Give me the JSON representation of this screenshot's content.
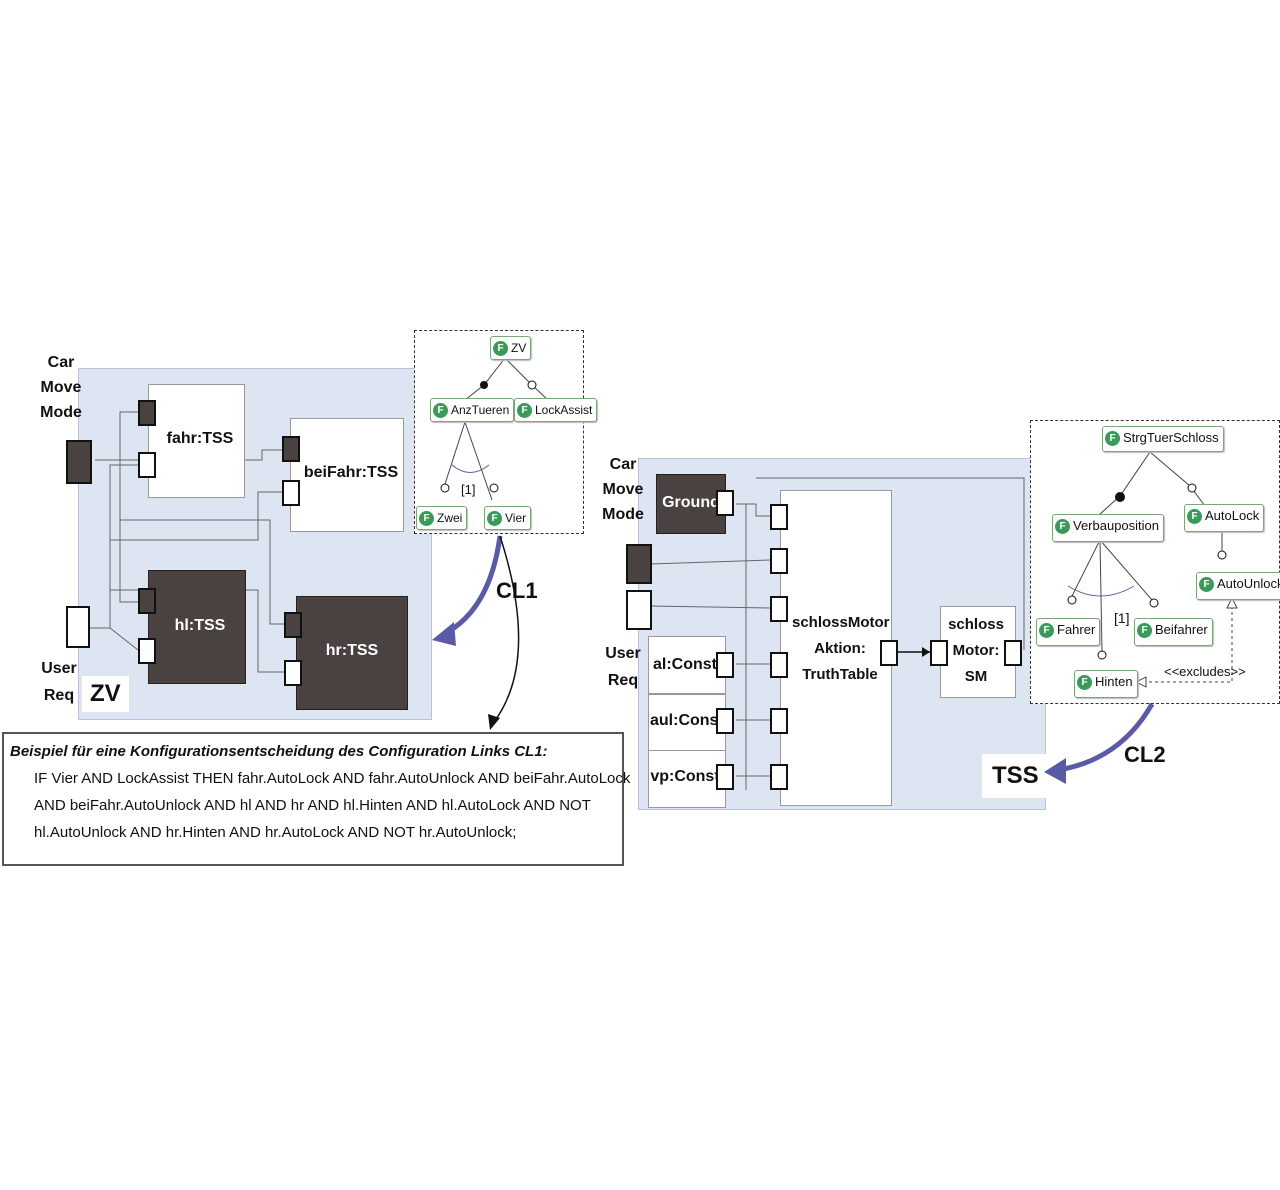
{
  "left": {
    "input_car": "Car Move Mode",
    "input_user": "User Req",
    "panel_label": "ZV",
    "blocks": {
      "fahr": "fahr:TSS",
      "beifahr": "beiFahr:TSS",
      "hl": "hl:TSS",
      "hr": "hr:TSS"
    },
    "feature_model": {
      "root": "ZV",
      "children": [
        "AnzTueren",
        "LockAssist"
      ],
      "leaves": [
        "Zwei",
        "Vier"
      ],
      "cardinality": "[1]"
    },
    "link_label": "CL1"
  },
  "note": {
    "title": "Beispiel für eine Konfigurationsentscheidung des Configuration Links CL1:",
    "lines": [
      "IF Vier AND LockAssist THEN fahr.AutoLock AND fahr.AutoUnlock AND beiFahr.AutoLock",
      "AND beiFahr.AutoUnlock AND hl AND hr AND hl.Hinten AND hl.AutoLock AND NOT",
      "hl.AutoUnlock AND hr.Hinten AND hr.AutoLock AND NOT hr.AutoUnlock;"
    ]
  },
  "right": {
    "input_car": "Car Move Mode",
    "input_user": "User Req",
    "panel_label": "TSS",
    "blocks": {
      "ground": "Ground",
      "al": "al:Const",
      "aul": "aul:Const",
      "vp": "vp:Const",
      "truth": "schlossMotor Aktion: TruthTable",
      "sm": "schloss Motor: SM"
    },
    "feature_model": {
      "root": "StrgTuerSchloss",
      "children": [
        "Verbauposition",
        "AutoLock"
      ],
      "autounlock": "AutoUnlock",
      "leaves": [
        "Fahrer",
        "Hinten",
        "Beifahrer"
      ],
      "cardinality": "[1]",
      "excludes": "<<excludes>>"
    },
    "link_label": "CL2"
  },
  "colors": {
    "panel": "#dde5f3",
    "dark_block": "#4a4240",
    "link_arrow": "#5b5aa6",
    "feature_icon": "#3b9a5a"
  },
  "icons": {
    "feature": "F"
  }
}
